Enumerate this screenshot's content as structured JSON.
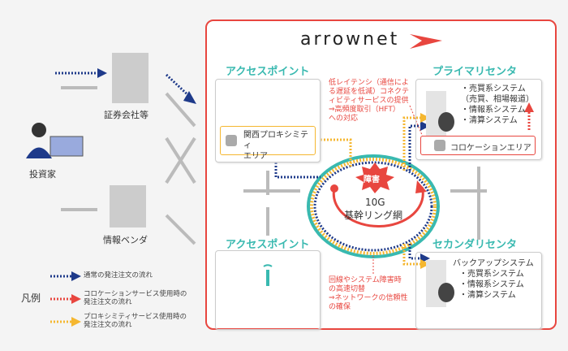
{
  "logo": "arrownet",
  "left": {
    "securities": "証券会社等",
    "investor": "投資家",
    "vendor": "情報ベンダ"
  },
  "access_top": {
    "title": "アクセスポイント",
    "proximity_area": "関西プロキシミティ\nエリア"
  },
  "access_bottom": {
    "title": "アクセスポイント"
  },
  "primary": {
    "title": "プライマリセンタ",
    "systems": [
      "・売買系システム",
      "（売買、相場報道）",
      "・情報系システム",
      "・清算システム"
    ],
    "colocation": "コロケーションエリア"
  },
  "secondary": {
    "title": "セカンダリセンタ",
    "systems": [
      "バックアップシステム",
      "・売買系システム",
      "・情報系システム",
      "・清算システム"
    ]
  },
  "ring": {
    "fault": "障害",
    "label1": "10G",
    "label2": "基幹リング網"
  },
  "notes": {
    "latency": [
      "低レイテンシ（通信によ",
      "る遅延を低減）コネクテ",
      "ィビティサービスの提供",
      "⇒高頻度取引（HFT）",
      "への対応"
    ],
    "failover": [
      "回線やシステム障害時",
      "の高速切替",
      "⇒ネットワークの信頼性",
      "の確保"
    ]
  },
  "legend": {
    "title": "凡例",
    "items": [
      {
        "label": "通常の発注注文の流れ",
        "color": "#1e3a8a"
      },
      {
        "label": "コロケーションサービス使用時の\n発注注文の流れ",
        "color": "#e8463f"
      },
      {
        "label": "プロキシミティサービス使用時の\n発注注文の流れ",
        "color": "#f5b730"
      }
    ]
  }
}
